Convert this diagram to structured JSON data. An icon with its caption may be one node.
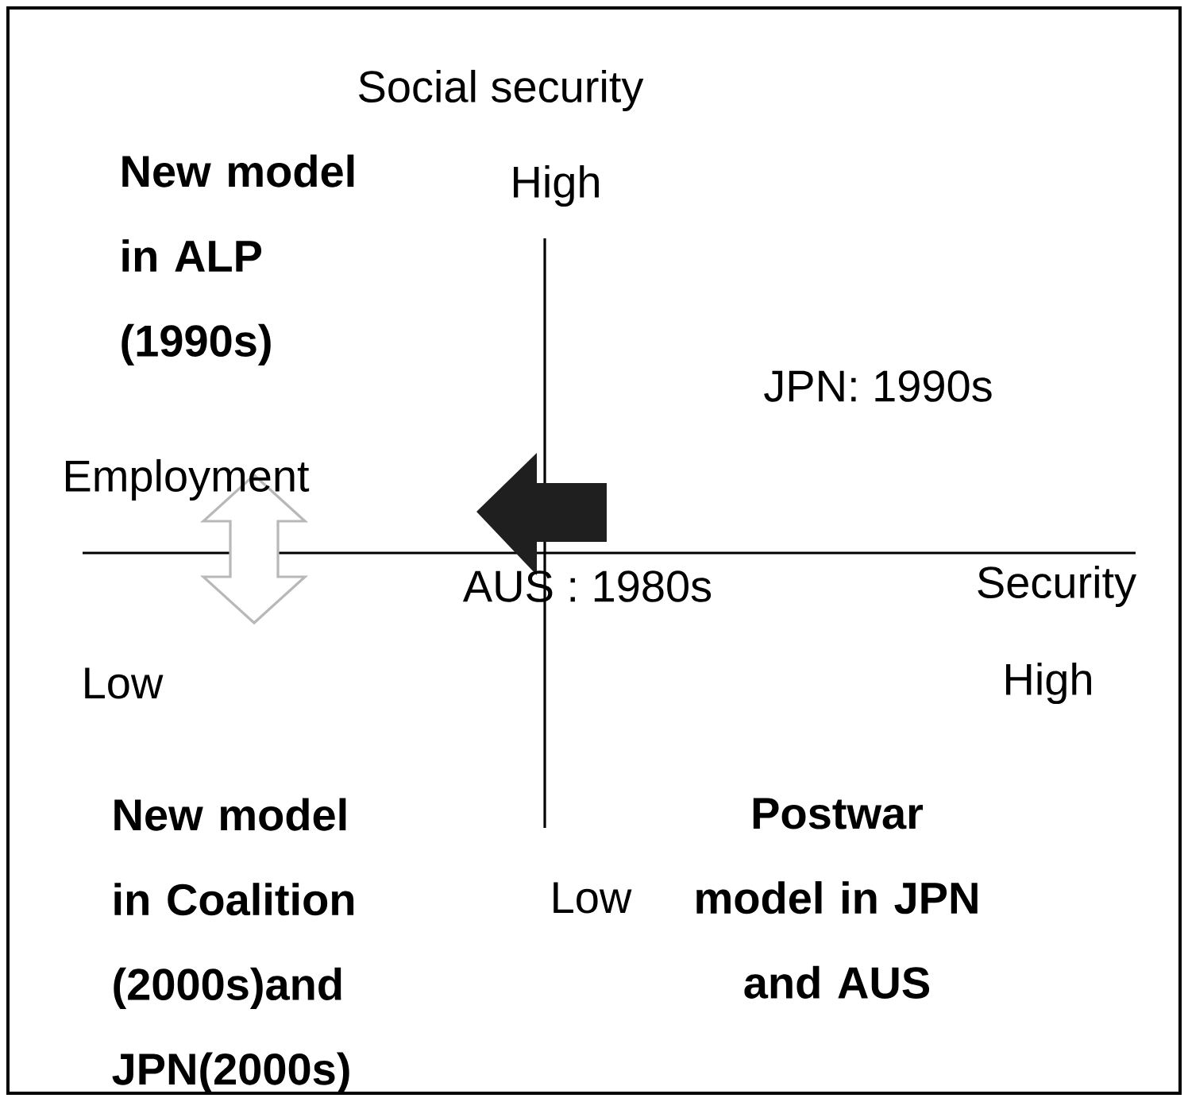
{
  "diagram": {
    "labels": [
      "Social security",
      "New model in ALP (1990s)",
      "High",
      "JPN: 1990s",
      "Employment",
      "AUS : 1980s",
      "Security",
      "Low",
      "High",
      "New model in Coalition (2000s)and JPN(2000s)",
      "Postwar model in JPN and AUS",
      "Low"
    ]
  }
}
